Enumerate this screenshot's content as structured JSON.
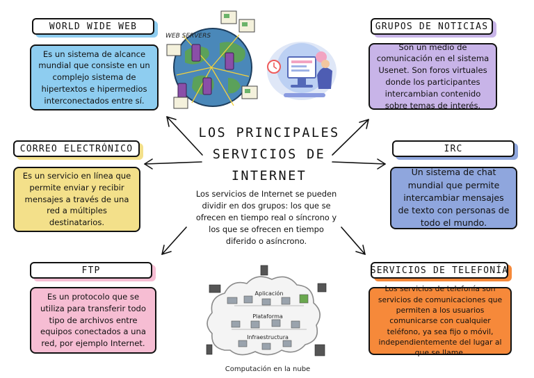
{
  "title_lines": [
    "LOS PRINCIPALES",
    "SERVICIOS DE",
    "INTERNET"
  ],
  "intro": "Los servicios de Internet se pueden dividir en dos grupos: los que se ofrecen en tiempo real o síncrono y los que se ofrecen en tiempo diferido o asíncrono.",
  "colors": {
    "www": "#8ecdf0",
    "grupos": "#c8b4e8",
    "correo": "#f3e08a",
    "irc": "#8fa6dd",
    "ftp": "#f6bdd3",
    "telefonia": "#f6893a"
  },
  "nodes": {
    "www": {
      "label": "WORLD WIDE WEB",
      "text": "Es un sistema de alcance mundial que consiste en un complejo sistema de hipertextos e hipermedios interconectados entre sí."
    },
    "grupos": {
      "label": "GRUPOS DE NOTICIAS",
      "text": "Son un medio de comunicación en el sistema Usenet. Son foros virtuales donde los participantes intercambian contenido sobre temas de interés."
    },
    "correo": {
      "label": "CORREO ELECTRÓNICO",
      "text": "Es un servicio en línea que permite enviar y recibir mensajes a través de una red a múltiples destinatarios."
    },
    "irc": {
      "label": "IRC",
      "text": "Un sistema de chat mundial que permite intercambiar mensajes de texto con personas de todo el mundo."
    },
    "ftp": {
      "label": "FTP",
      "text": "Es un protocolo que se utiliza para transferir todo tipo de archivos entre equipos conectados a una red, por ejemplo Internet."
    },
    "telefonia": {
      "label": "SERVICIOS DE TELEFONÍA",
      "text": "Los servicios de telefonía son servicios de comunicaciones que permiten a los usuarios comunicarse con cualquier teléfono, ya sea fijo o móvil, independientemente del lugar al que se llame."
    }
  },
  "web_servers_caption": "WEB SERVERS",
  "cloud": {
    "caption": "Computación en la nube",
    "layers": [
      "Aplicación",
      "Plataforma",
      "Infraestructura"
    ]
  }
}
